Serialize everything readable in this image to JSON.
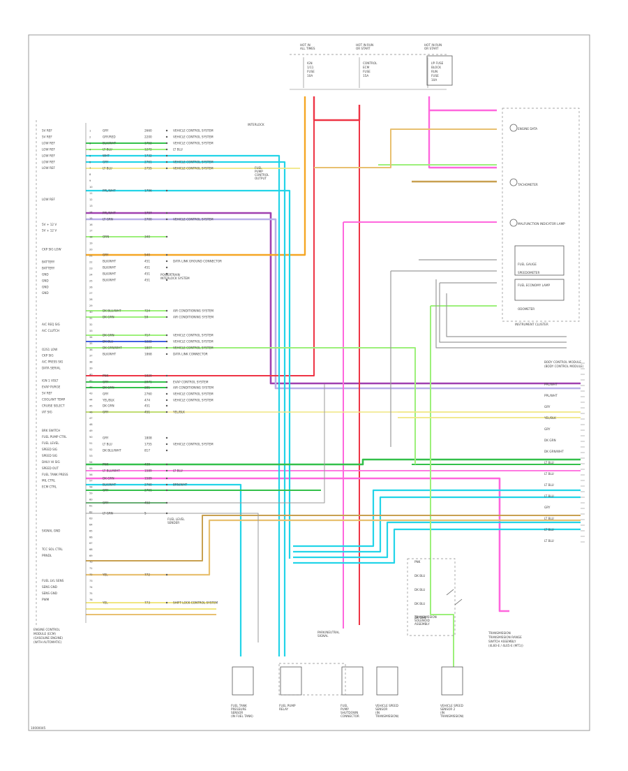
{
  "diagram": {
    "frame_id": "10000045",
    "left_connector_caption": [
      "ENGINE CONTROL",
      "MODULE (ECM)",
      "(GASOLINE ENGINE)",
      "(WITH AUTOMATIC)"
    ],
    "top_fuses": [
      {
        "title": [
          "HOT IN",
          "ALL TIMES"
        ],
        "lines": [
          "IGN",
          "1/11",
          "FUSE",
          "10A"
        ]
      },
      {
        "title": [
          "HOT IN RUN",
          "OR START"
        ],
        "lines": [
          "CONTROL",
          "ECM",
          "FUSE",
          "15A"
        ]
      },
      {
        "title": [
          "HOT IN RUN",
          "OR START"
        ],
        "lines": [
          "I/P FUSE",
          "BLOCK",
          "RUN",
          "FUSE",
          "10A"
        ]
      }
    ],
    "left_pins": [
      "5V REF",
      "5V REF",
      "LOW REF",
      "LOW REF",
      "LOW REF",
      "LOW REF",
      "LOW REF",
      "",
      "",
      "",
      "",
      "LOW REF",
      "",
      "",
      "",
      "5V + 12 V",
      "5V + 12 V",
      "",
      "",
      "CKP SIG LOW",
      "",
      "BATTERY",
      "BATTERY",
      "GND",
      "GND",
      "GND",
      "GND",
      "",
      "",
      "",
      "",
      "A/C REQ SIG",
      "A/C CLUTCH",
      "",
      "",
      "O2S1 LOW",
      "CKP SIG",
      "A/C PRESS SIG",
      "DATA SERIAL",
      "",
      "IGN 1 VOLT",
      "EVAP PURGE",
      "5V REF",
      "COOLANT TEMP",
      "CRUISE SELECT",
      "IAT SIG",
      "",
      "",
      "BRK SWITCH",
      "FUEL PUMP CTRL",
      "FUEL LEVEL",
      "SPEED SIG",
      "SPEED SIG",
      "DAILY HI SIG",
      "SPEED OUT",
      "FUEL TANK PRESS",
      "MIL CTRL",
      "ECM CTRL",
      "",
      "",
      "",
      "",
      "",
      "",
      "SIGNAL GND",
      "",
      "",
      "TCC SOL CTRL",
      "PRNDL",
      "",
      "",
      "",
      "FUEL LVL SENS",
      "SENS GND",
      "SENS GND",
      "PWM"
    ],
    "wire_rows": [
      {
        "color": "GRY",
        "circuit": "2660",
        "dest": "VEHICLE CONTROL SYSTEM"
      },
      {
        "color": "GRY/RED",
        "circuit": "2200",
        "dest": "VEHICLE CONTROL SYSTEM"
      },
      {
        "color": "BLK/WHT",
        "circuit": "1752",
        "dest": "VEHICLE CONTROL SYSTEM"
      },
      {
        "color": "LT BLU",
        "circuit": "1272",
        "dest": "LT BLU"
      },
      {
        "color": "WHT",
        "circuit": "1732",
        "dest": ""
      },
      {
        "color": "GRY",
        "circuit": "2761",
        "dest": "VEHICLE CONTROL SYSTEM"
      },
      {
        "color": "LT BLU",
        "circuit": "2755",
        "dest": "VEHICLE CONTROL SYSTEM"
      },
      {
        "color": "PPL/WHT",
        "circuit": "1796",
        "dest": ""
      },
      {
        "color": "PPL/WHT",
        "circuit": "1797",
        "dest": ""
      },
      {
        "color": "LT GRN",
        "circuit": "2700",
        "dest": "VEHICLE CONTROL SYSTEM"
      },
      {
        "color": "ORN",
        "circuit": "340",
        "dest": ""
      },
      {
        "color": "GRY",
        "circuit": "540",
        "dest": ""
      },
      {
        "color": "BLK/WHT",
        "circuit": "451",
        "dest": "DATA LINK GROUND CONNECTOR"
      },
      {
        "color": "BLK/WHT",
        "circuit": "451",
        "dest": ""
      },
      {
        "color": "BLK/WHT",
        "circuit": "451",
        "dest": ""
      },
      {
        "color": "BLK/WHT",
        "circuit": "451",
        "dest": ""
      },
      {
        "color": "DK BLU/WHT",
        "circuit": "724",
        "dest": "AIR CONDITIONING SYSTEM"
      },
      {
        "color": "DK GRN",
        "circuit": "59",
        "dest": "AIR CONDITIONING SYSTEM"
      },
      {
        "color": "DK GRN",
        "circuit": "717",
        "dest": "VEHICLE CONTROL SYSTEM"
      },
      {
        "color": "DK BLU",
        "circuit": "1222",
        "dest": "VEHICLE CONTROL SYSTEM"
      },
      {
        "color": "DK GRN/WHT",
        "circuit": "1807",
        "dest": "VEHICLE CONTROL SYSTEM"
      },
      {
        "color": "BLK/WHT",
        "circuit": "1868",
        "dest": "DATA LINK CONNECTOR"
      },
      {
        "color": "PNK",
        "circuit": "1820",
        "dest": ""
      },
      {
        "color": "GRY",
        "circuit": "2971",
        "dest": "EVAP CONTROL SYSTEM"
      },
      {
        "color": "DK GRN",
        "circuit": "281",
        "dest": "AIR CONDITIONING SYSTEM"
      },
      {
        "color": "GRY",
        "circuit": "2760",
        "dest": "VEHICLE CONTROL SYSTEM"
      },
      {
        "color": "YEL/BLK",
        "circuit": "474",
        "dest": "VEHICLE CONTROL SYSTEM"
      },
      {
        "color": "DK GRN",
        "circuit": "451",
        "dest": ""
      },
      {
        "color": "GRY",
        "circuit": "451",
        "dest": "YEL/BLK"
      },
      {
        "color": "GRY",
        "circuit": "1808",
        "dest": ""
      },
      {
        "color": "LT BLU",
        "circuit": "1755",
        "dest": "VEHICLE CONTROL SYSTEM"
      },
      {
        "color": "DK BLU/WHT",
        "circuit": "817",
        "dest": ""
      },
      {
        "color": "PNK",
        "circuit": "439",
        "dest": ""
      },
      {
        "color": "LT BLU/WHT",
        "circuit": "1589",
        "dest": "LT BLU"
      },
      {
        "color": "DK GRN",
        "circuit": "1589",
        "dest": ""
      },
      {
        "color": "BLK/WHT",
        "circuit": "2760",
        "dest": "BRN/WHT"
      },
      {
        "color": "GRY",
        "circuit": "2761",
        "dest": ""
      },
      {
        "color": "GRY",
        "circuit": "452",
        "dest": ""
      },
      {
        "color": "LT GRN",
        "circuit": "5",
        "dest": ""
      },
      {
        "color": "YEL",
        "circuit": "772",
        "dest": ""
      },
      {
        "color": "YEL",
        "circuit": "773",
        "dest": "SHIFT LOCK CONTROL SYSTEM"
      }
    ],
    "cluster": {
      "title": "INSTRUMENT CLUSTER",
      "items": [
        "ENGINE DATA",
        "TACHOMETER",
        "MALFUNCTION INDICATOR LAMP",
        "FUEL GAUGE",
        "SPEEDOMETER",
        "FUEL ECONOMY LAMP",
        "ODOMETER"
      ]
    },
    "right_labels": [
      "BODY CONTROL MODULE",
      "(BODY CONTROL MODULE)",
      "PPL/WHT",
      "PPL/WHT",
      "GRY",
      "YEL/BLK",
      "GRY",
      "DK GRN",
      "DK GRN/WHT",
      "LT BLU",
      "LT BLU",
      "LT BLU",
      "LT BLU",
      "GRY",
      "LT BLU",
      "LT BLU",
      "LT BLU"
    ],
    "trans_box": {
      "labels": [
        "PNK",
        "DK BLU",
        "DK BLU",
        "DK BLU",
        "DK GRN"
      ],
      "caption": [
        "TRANSMISSION",
        "SOLENOID",
        "ASSEMBLY"
      ],
      "right_caption": [
        "TRANSMISSION",
        "TRANSMISSION RANGE",
        "SWITCH ASSEMBLY",
        "(4L60-E / 4L65-E (MT1))"
      ]
    },
    "bottom_components": [
      {
        "name": [
          "FUEL TANK",
          "PRESSURE",
          "SENSOR",
          "(IN FUEL TANK)"
        ]
      },
      {
        "name": [
          "FUEL PUMP",
          "RELAY"
        ]
      },
      {
        "name": [
          "FUEL",
          "PUMP",
          "SHUTDOWN",
          "CONNECTOR"
        ]
      },
      {
        "name": [
          "VEHICLE SPEED",
          "SENSOR",
          "(IN",
          "TRANSMISSION)"
        ]
      },
      {
        "name": [
          "VEHICLE SPEED",
          "SENSOR 2",
          "(IN",
          "TRANSMISSION)"
        ]
      }
    ],
    "misc_labels": [
      "FUEL LEVEL",
      "SENDER",
      "INTERLOCK",
      "FUEL",
      "PUMP",
      "CONTROL",
      "OUTPUT",
      "PARK/NEUTRAL",
      "SIGNAL",
      "POWERTRAIN",
      "INTERLOCK SYSTEM"
    ],
    "wire_colors": {
      "orange": "#f5a623",
      "red": "#ee3344",
      "pink": "#ff66dd",
      "purple": "#a040b0",
      "lavender": "#b8b0e8",
      "cyan": "#22d4e8",
      "green": "#33c04a",
      "lime": "#9cf07a",
      "yellow": "#f0e680",
      "tan": "#e8c070",
      "brown": "#c8a050",
      "blue": "#4060e0",
      "grey": "#9a9a9a"
    }
  }
}
